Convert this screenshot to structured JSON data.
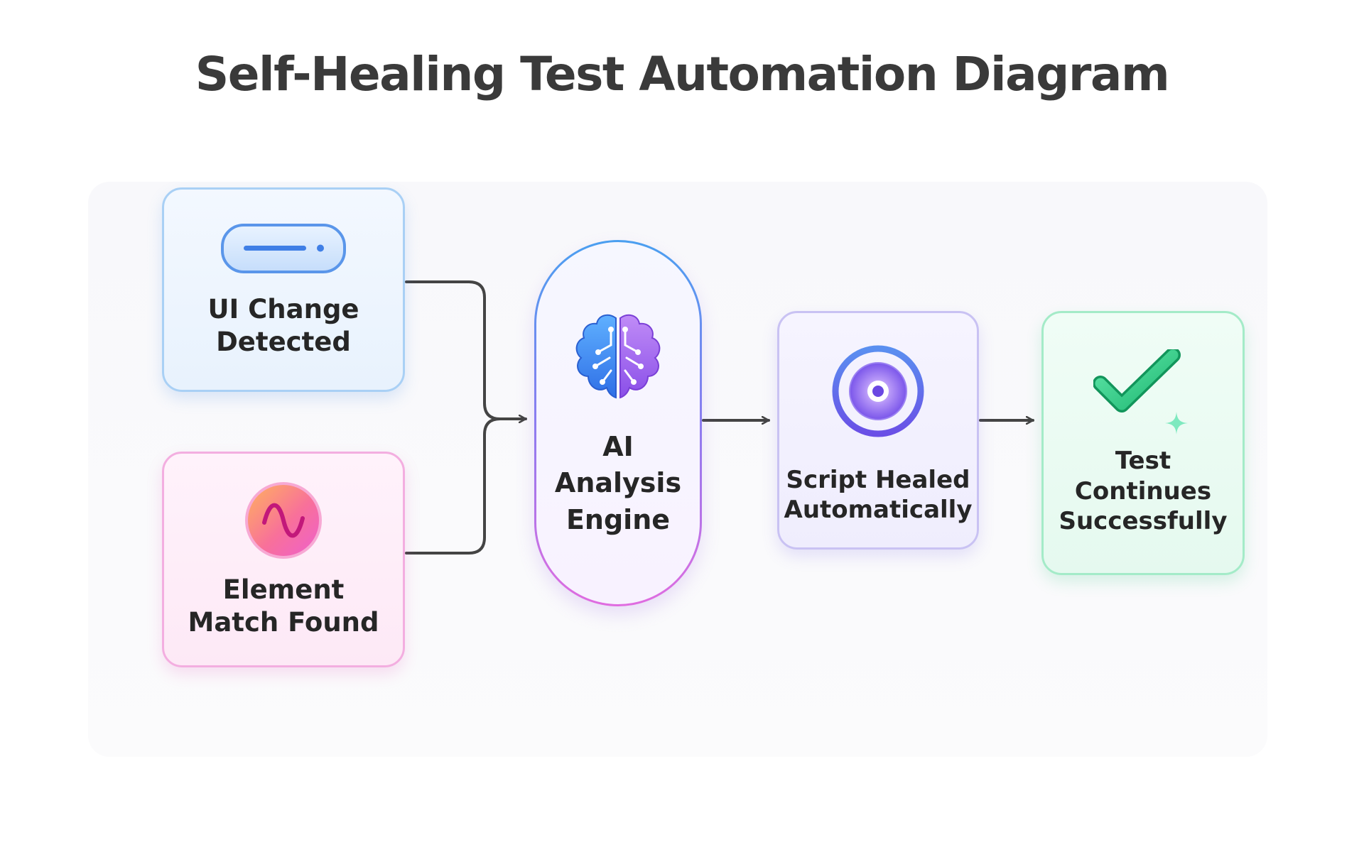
{
  "title": "Self-Healing Test Automation Diagram",
  "nodes": {
    "ui_change": {
      "label": "UI Change\nDetected",
      "icon": "input-field-icon",
      "color": "#4a8fef"
    },
    "element_match": {
      "label": "Element\nMatch Found",
      "icon": "wave-icon",
      "color": "#f0609a"
    },
    "ai_engine": {
      "label": "AI\nAnalysis\nEngine",
      "icon": "brain-icon",
      "color": "#8c5cf0"
    },
    "script_healed": {
      "label": "Script Healed\nAutomatically",
      "icon": "target-icon",
      "color": "#6a5ae8"
    },
    "test_continues": {
      "label": "Test\nContinues\nSuccessfully",
      "icon": "checkmark-icon",
      "color": "#2fd28a"
    }
  },
  "edges": [
    {
      "from": "ui_change",
      "to": "ai_engine"
    },
    {
      "from": "element_match",
      "to": "ai_engine"
    },
    {
      "from": "ai_engine",
      "to": "script_healed"
    },
    {
      "from": "script_healed",
      "to": "test_continues"
    }
  ]
}
